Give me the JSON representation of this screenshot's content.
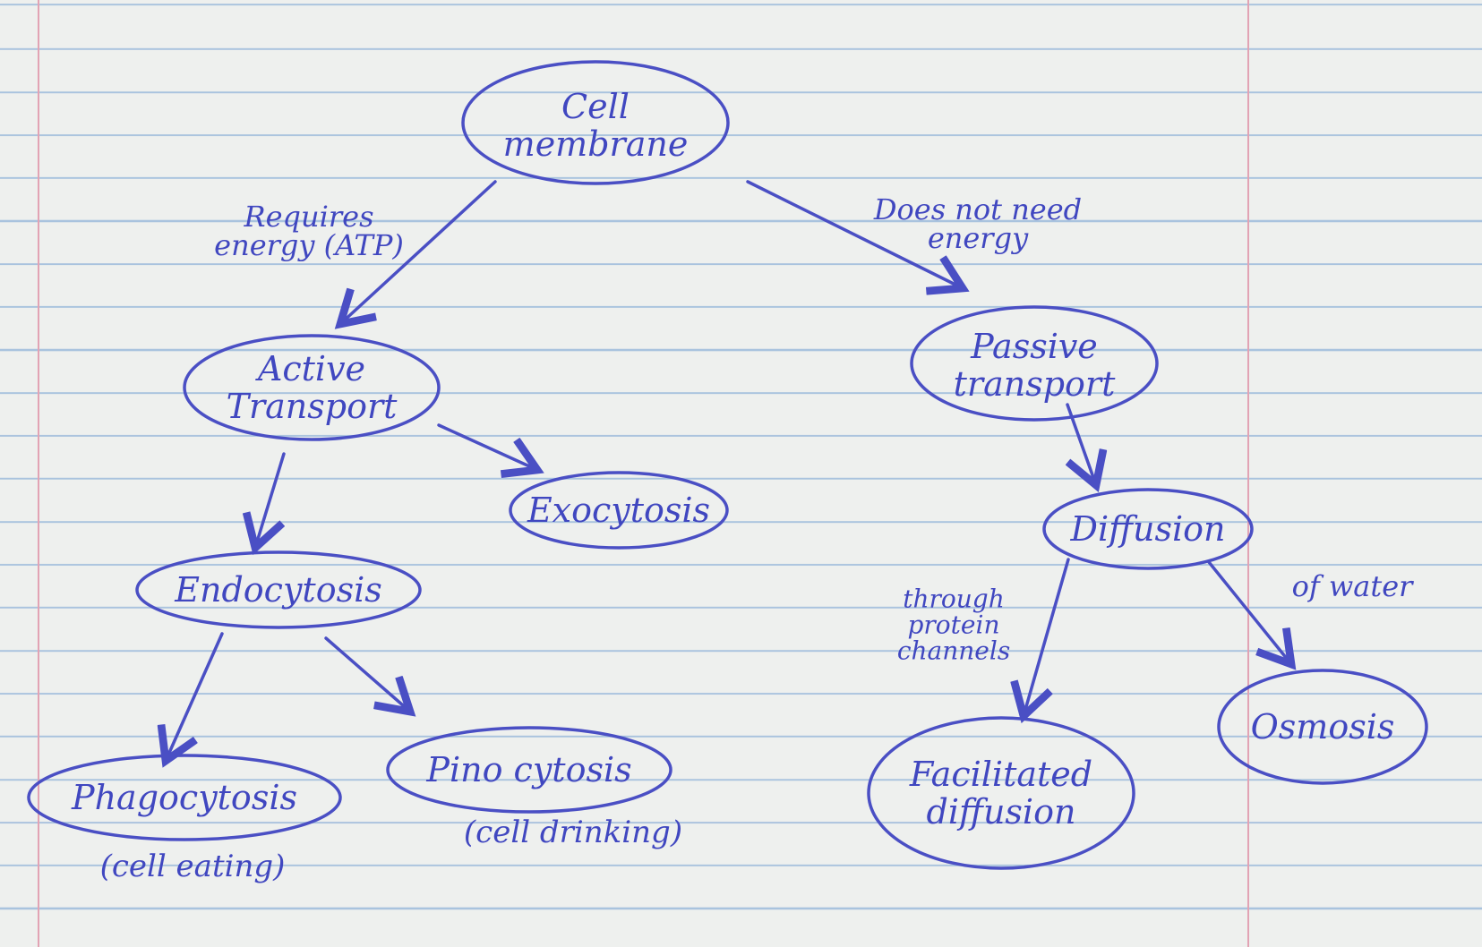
{
  "nodes": {
    "cell_membrane": "Cell\nmembrane",
    "active_transport": "Active\nTransport",
    "exocytosis": "Exocytosis",
    "endocytosis": "Endocytosis",
    "phagocytosis": "Phagocytosis",
    "phagocytosis_note": "(cell eating)",
    "pinocytosis": "Pino cytosis",
    "pinocytosis_note": "(cell drinking)",
    "passive_transport": "Passive\ntransport",
    "diffusion": "Diffusion",
    "facilitated_diffusion": "Facilitated\ndiffusion",
    "osmosis": "Osmosis"
  },
  "edge_labels": {
    "requires_energy": "Requires\nenergy (ATP)",
    "no_energy": "Does not need\nenergy",
    "protein_channels": "through\nprotein\nchannels",
    "of_water": "of water"
  },
  "colors": {
    "ink": "#4a4fc4",
    "margin": "#e2a3b4",
    "rule": "#a9c3de"
  }
}
